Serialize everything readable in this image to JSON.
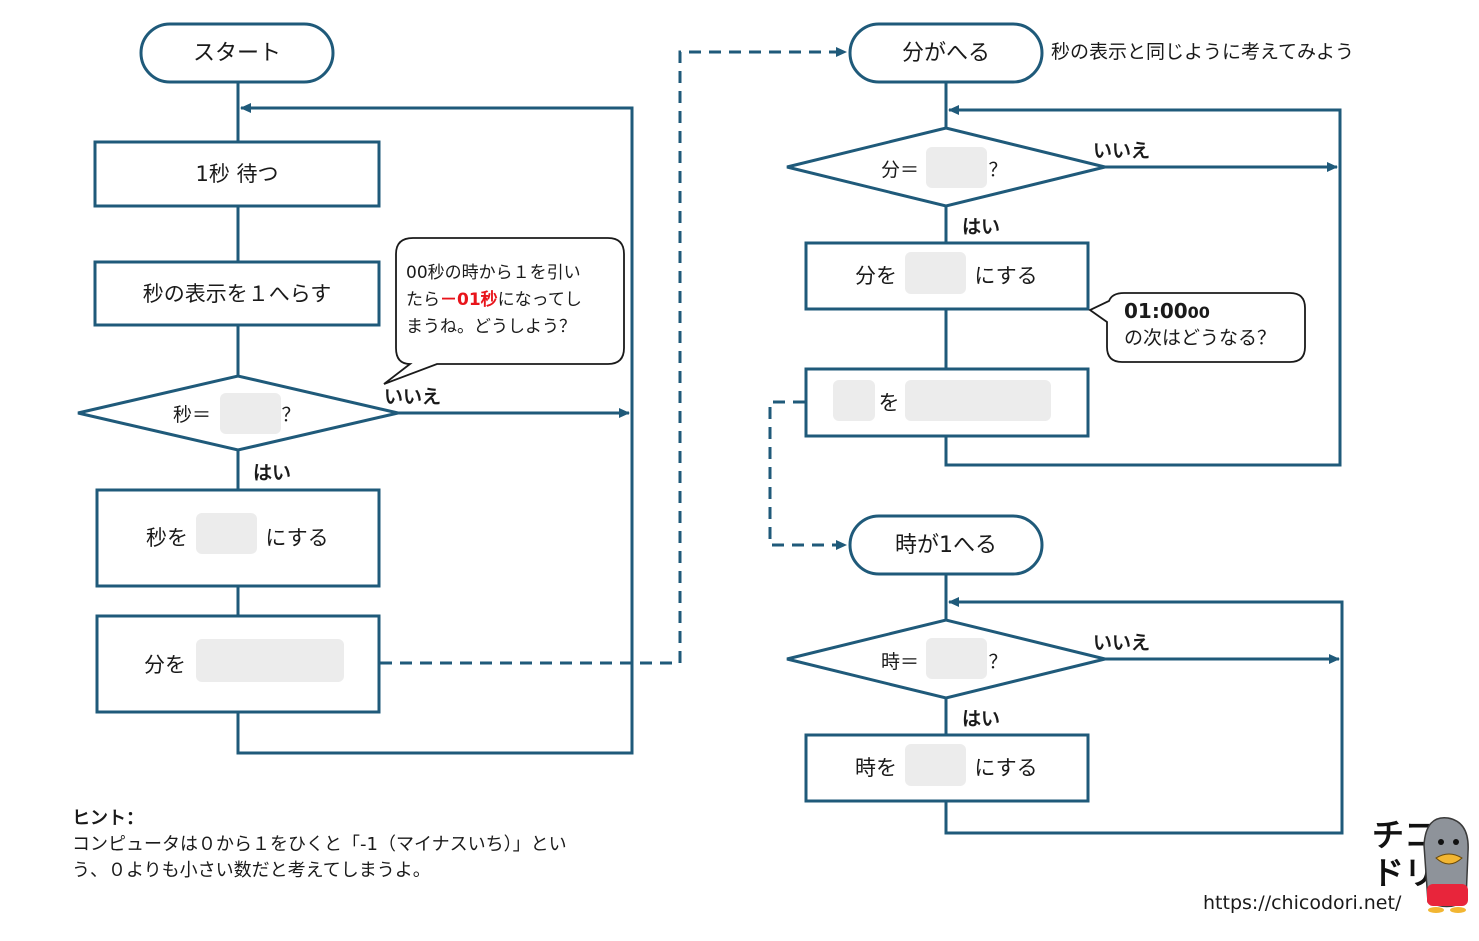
{
  "left_flow": {
    "start": "スタート",
    "wait": "1秒 待つ",
    "decrement": "秒の表示を１へらす",
    "cond_prefix": "秒＝",
    "cond_suffix": "？",
    "no": "いいえ",
    "yes": "はい",
    "set_prefix": "秒を",
    "set_suffix": "にする",
    "minute_prefix": "分を"
  },
  "left_bubble": {
    "line1": "00秒の時から１を引い",
    "line2_a": "たら",
    "line2_b": "－01秒",
    "line2_c": "になってし",
    "line3": "まうね。どうしよう？"
  },
  "minute_flow": {
    "start": "分がへる",
    "note": "秒の表示と同じように考えてみよう",
    "cond_prefix": "分＝",
    "cond_suffix": "？",
    "no": "いいえ",
    "yes": "はい",
    "set_prefix": "分を",
    "set_suffix": "にする",
    "assign_mid": "を"
  },
  "minute_bubble": {
    "line1_a": "01:00",
    "line1_b": "00",
    "line2": "の次はどうなる？"
  },
  "hour_flow": {
    "start": "時が1へる",
    "cond_prefix": "時＝",
    "cond_suffix": "？",
    "no": "いいえ",
    "yes": "はい",
    "set_prefix": "時を",
    "set_suffix": "にする"
  },
  "hint": {
    "title": "ヒント：",
    "line1": "コンピュータは０から１をひくと「-1（マイナスいち）」とい",
    "line2": "う、０よりも小さい数だと考えてしまうよ。"
  },
  "logo": {
    "text_top": "チコ",
    "text_bottom": "ドリ",
    "url": "https://chicodori.net/"
  },
  "colors": {
    "stroke": "#1f5a7a",
    "blank": "#ececec",
    "emphasis": "#e8141b",
    "text": "#1a1a1a"
  }
}
